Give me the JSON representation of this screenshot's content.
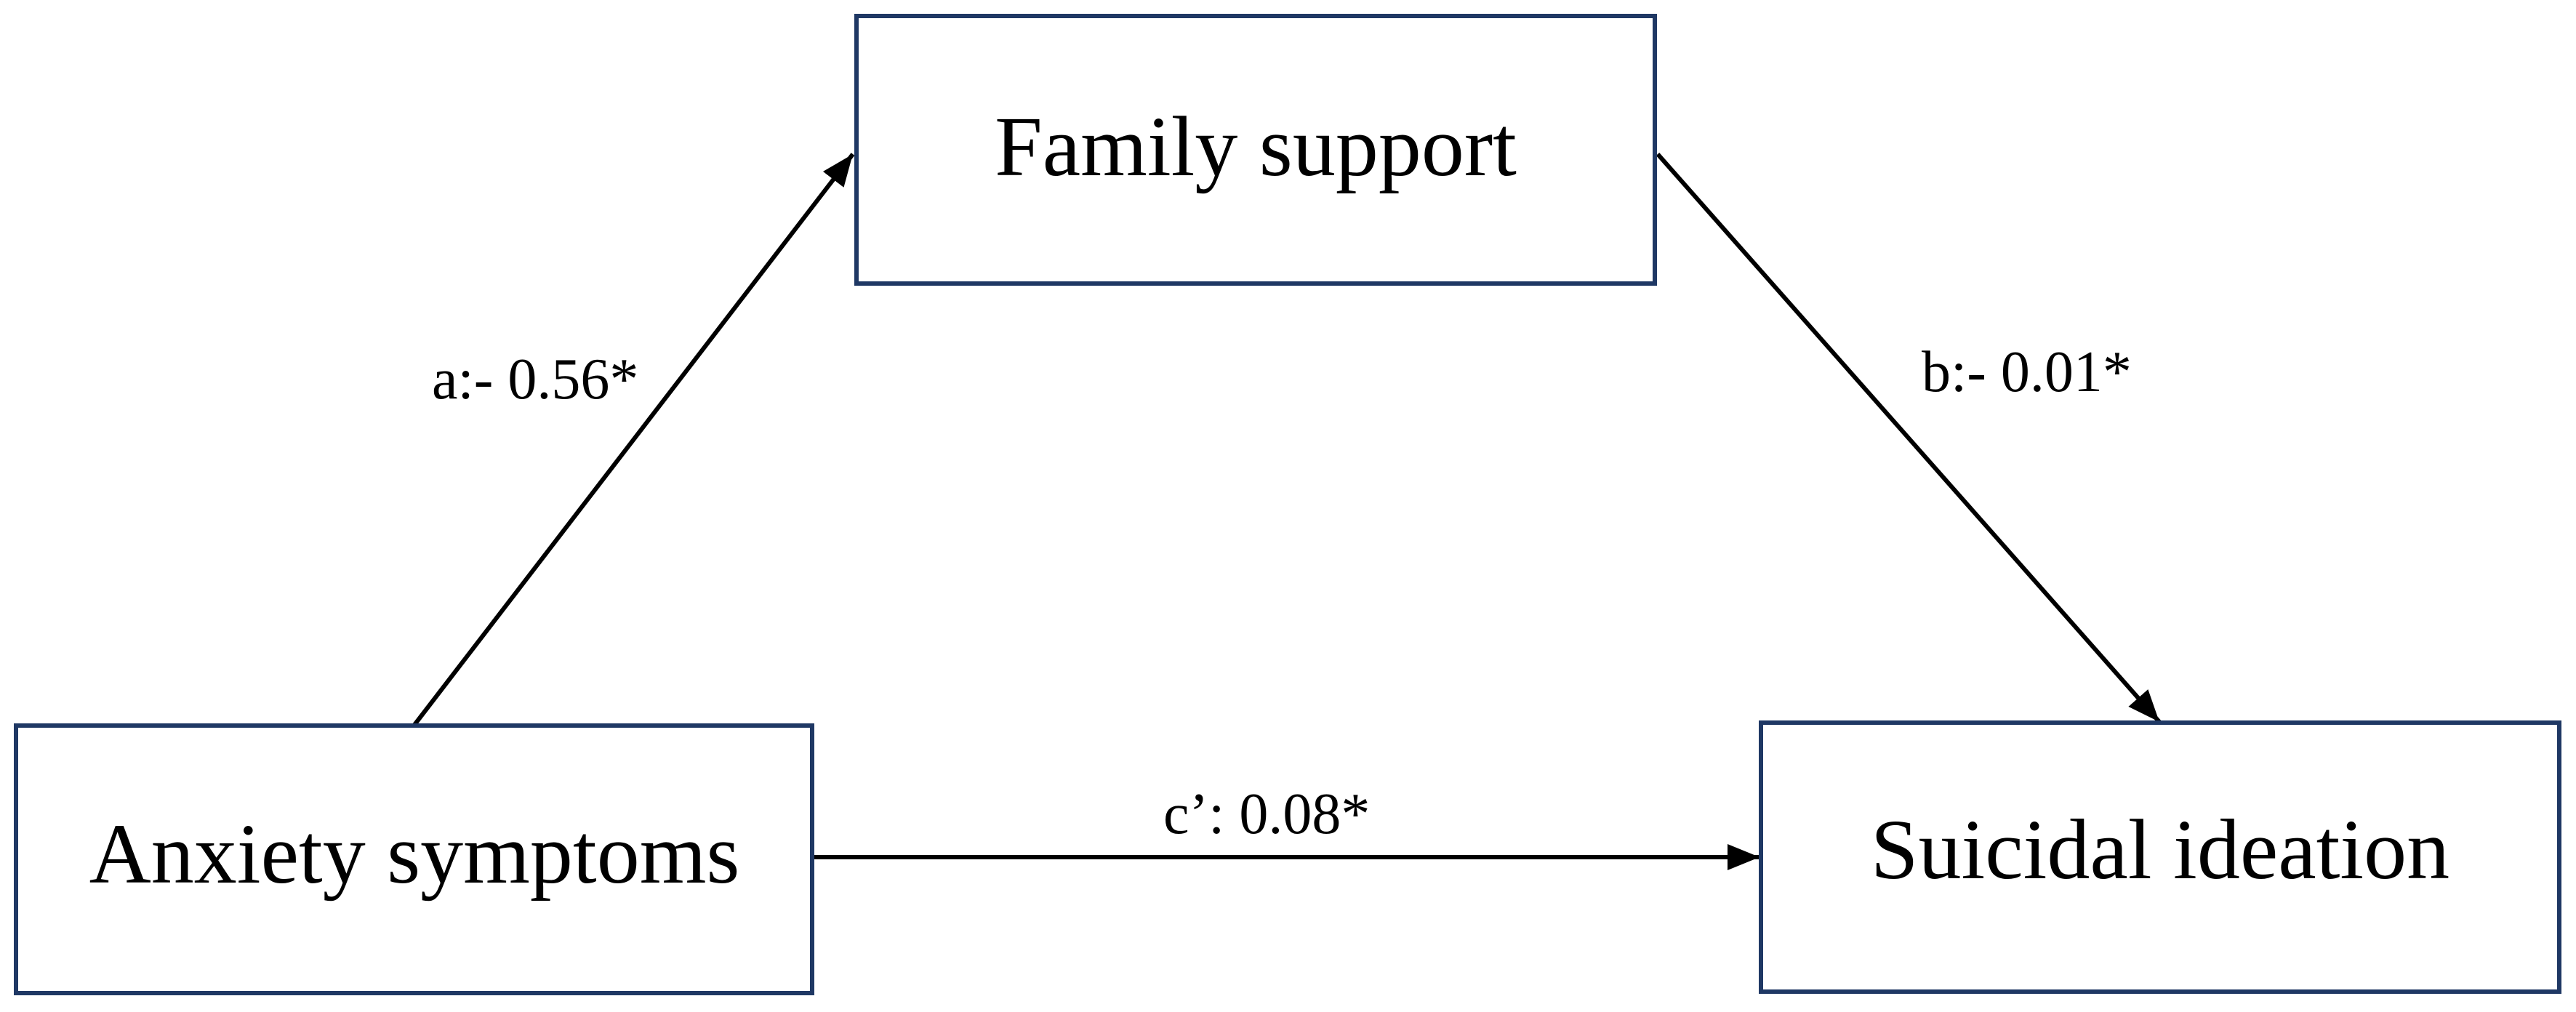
{
  "nodes": {
    "mediator": {
      "label": "Family support"
    },
    "predictor": {
      "label": "Anxiety symptoms"
    },
    "outcome": {
      "label": "Suicidal ideation"
    }
  },
  "paths": {
    "a": {
      "label": "a:- 0.56*"
    },
    "b": {
      "label": "b:- 0.01*"
    },
    "c_prime": {
      "label": "c’: 0.08*"
    }
  },
  "colors": {
    "box_border": "#1f3864",
    "arrow": "#000000",
    "text": "#000000"
  }
}
